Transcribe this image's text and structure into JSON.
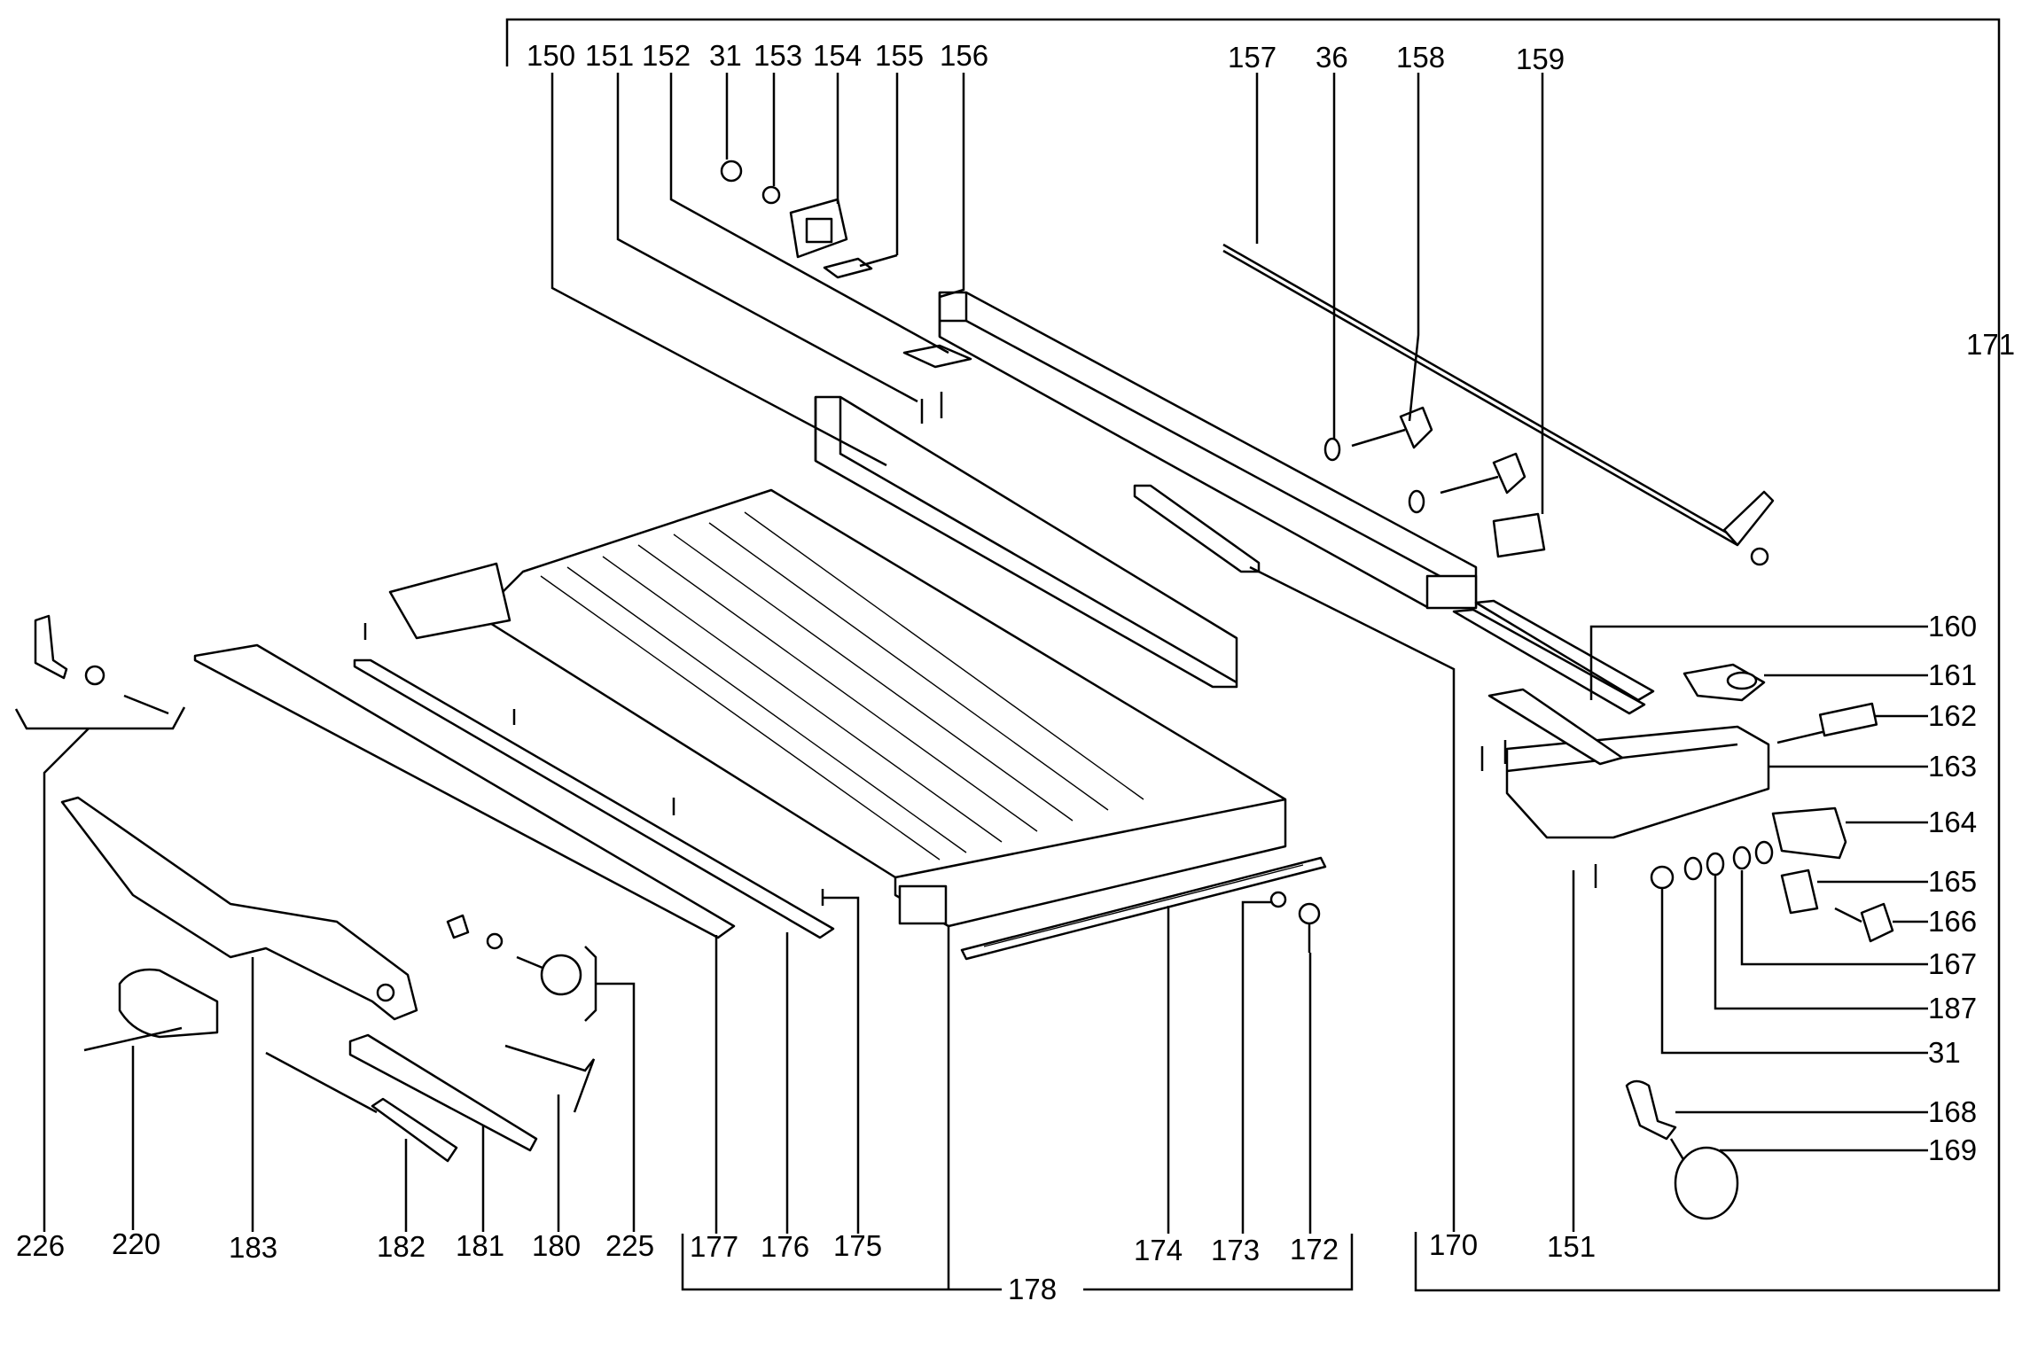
{
  "labels": {
    "p150": "150",
    "p151": "151",
    "p152": "152",
    "p31_top": "31",
    "p153": "153",
    "p154": "154",
    "p155": "155",
    "p156": "156",
    "p157": "157",
    "p36": "36",
    "p158": "158",
    "p159": "159",
    "p171": "171",
    "p160": "160",
    "p161": "161",
    "p162": "162",
    "p163": "163",
    "p164": "164",
    "p165": "165",
    "p166": "166",
    "p167": "167",
    "p187": "187",
    "p31_right": "31",
    "p168": "168",
    "p169": "169",
    "p226": "226",
    "p220": "220",
    "p183": "183",
    "p182": "182",
    "p181": "181",
    "p180": "180",
    "p225": "225",
    "p177": "177",
    "p176": "176",
    "p175": "175",
    "p174": "174",
    "p173": "173",
    "p172": "172",
    "p170": "170",
    "p151_bottom": "151",
    "p178": "178"
  }
}
